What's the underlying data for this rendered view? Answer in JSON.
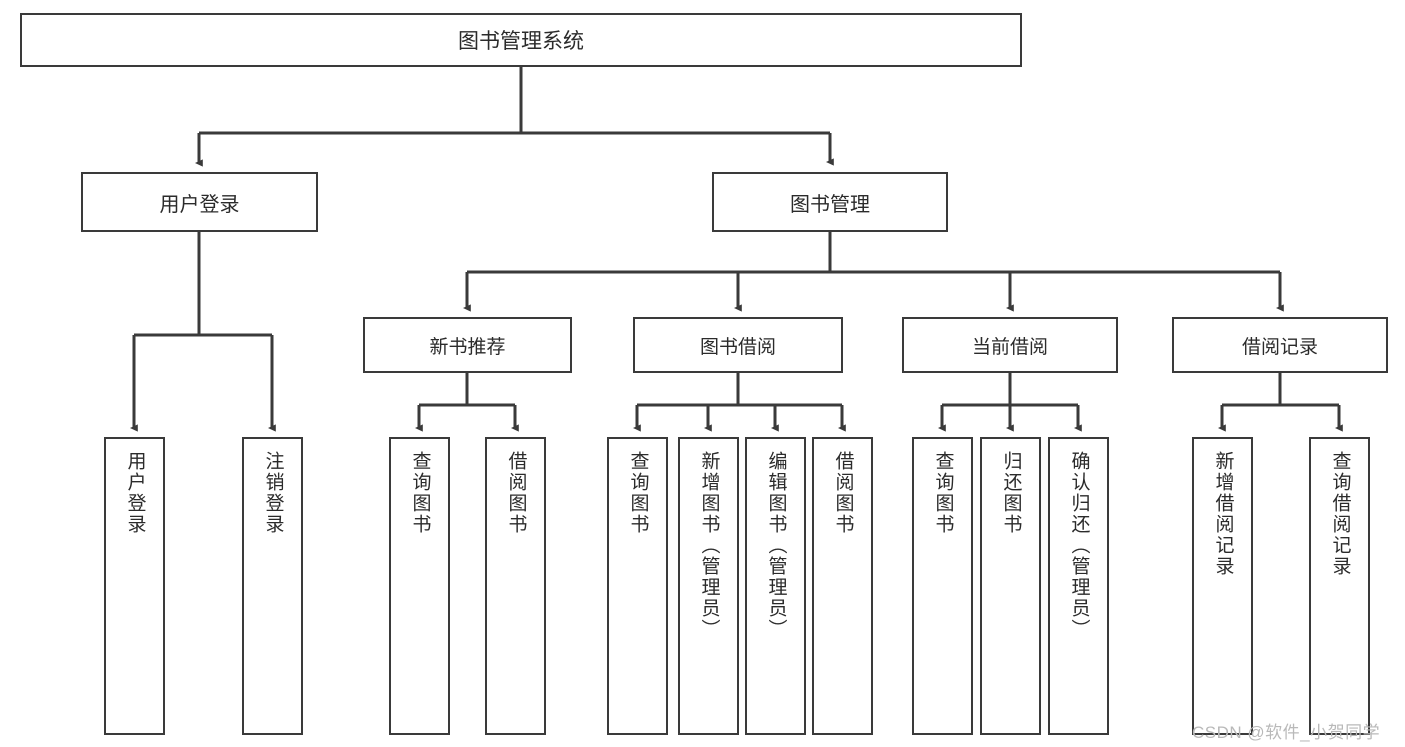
{
  "diagram": {
    "title": "图书管理系统",
    "type": "tree-structure-chart",
    "watermark": "CSDN @软件_小贺同学",
    "colors": {
      "box_border": "#3a3a3a",
      "box_fill": "#ffffff",
      "text": "#2b2b2b",
      "edge": "#3a3a3a",
      "watermark": "#b9b9b9",
      "background": "#ffffff"
    },
    "nodes": {
      "root": {
        "label": "图书管理系统"
      },
      "level2": [
        {
          "id": "user-login",
          "label": "用户登录"
        },
        {
          "id": "book-manage",
          "label": "图书管理"
        }
      ],
      "level3": [
        {
          "id": "new-book-recommend",
          "label": "新书推荐"
        },
        {
          "id": "book-borrow",
          "label": "图书借阅"
        },
        {
          "id": "current-borrow",
          "label": "当前借阅"
        },
        {
          "id": "borrow-record",
          "label": "借阅记录"
        }
      ],
      "leaves": {
        "user-login": [
          {
            "id": "leaf-user-login",
            "label": "用户登录"
          },
          {
            "id": "leaf-logout-login",
            "label": "注销登录"
          }
        ],
        "new-book-recommend": [
          {
            "id": "leaf-query-book-1",
            "label": "查询图书"
          },
          {
            "id": "leaf-borrow-book-1",
            "label": "借阅图书"
          }
        ],
        "book-borrow": [
          {
            "id": "leaf-query-book-2",
            "label": "查询图书"
          },
          {
            "id": "leaf-add-book",
            "label": "新增图书（管理员）"
          },
          {
            "id": "leaf-edit-book",
            "label": "编辑图书（管理员）"
          },
          {
            "id": "leaf-borrow-book-2",
            "label": "借阅图书"
          }
        ],
        "current-borrow": [
          {
            "id": "leaf-query-book-3",
            "label": "查询图书"
          },
          {
            "id": "leaf-return-book",
            "label": "归还图书"
          },
          {
            "id": "leaf-confirm-return",
            "label": "确认归还（管理员）"
          }
        ],
        "borrow-record": [
          {
            "id": "leaf-add-record",
            "label": "新增借阅记录"
          },
          {
            "id": "leaf-query-record",
            "label": "查询借阅记录"
          }
        ]
      }
    }
  }
}
